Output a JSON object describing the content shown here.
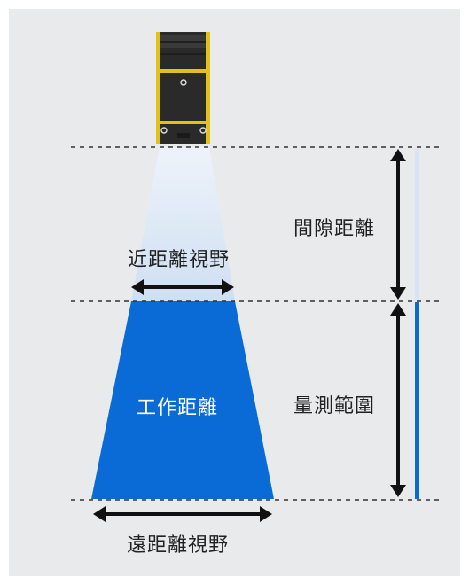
{
  "labels": {
    "gap_distance": "間隙距離",
    "near_fov": "近距離視野",
    "working_distance": "工作距離",
    "measuring_range": "量測範圍",
    "far_fov": "遠距離視野"
  },
  "colors": {
    "background": "#e9eaeb",
    "beam_light": "#d6e4f6",
    "beam_dark": "#0a6ad6",
    "sensor_body": "#2a2a2a",
    "sensor_accent": "#e2c21a",
    "arrow": "#111111"
  },
  "icons": {
    "sensor": "camera-sensor-icon"
  }
}
